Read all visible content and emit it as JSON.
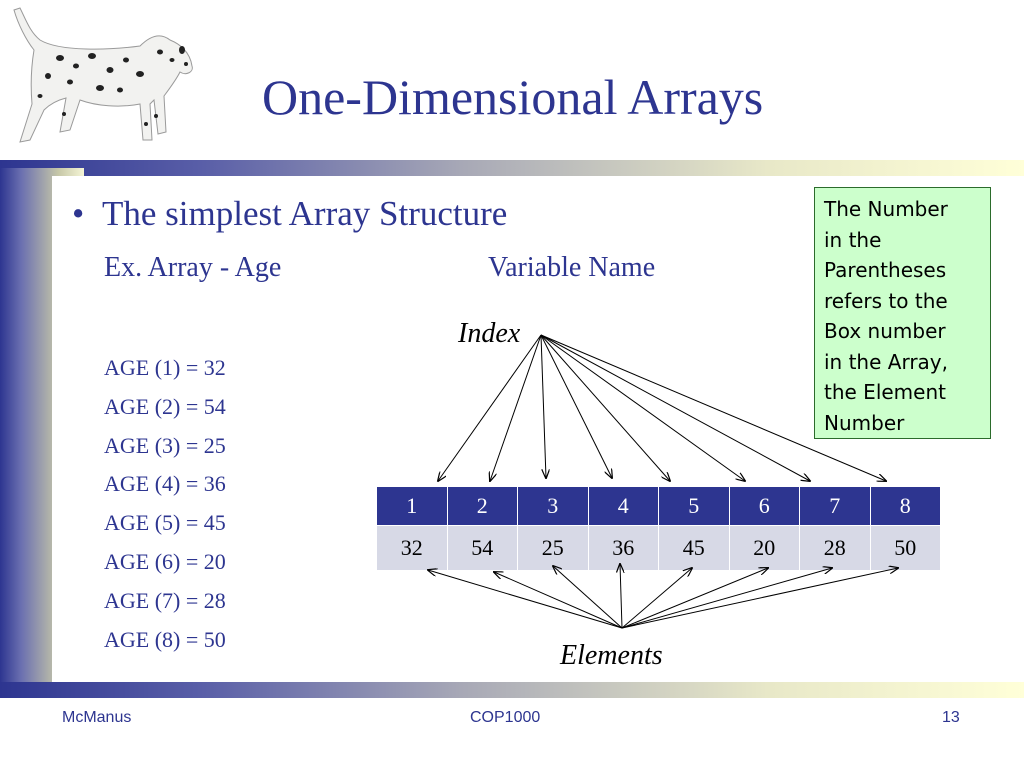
{
  "slide": {
    "title": "One-Dimensional Arrays",
    "bullet": "The simplest Array Structure",
    "example": "Ex.  Array - Age",
    "variable_name": "Variable Name",
    "age_lines": [
      "AGE (1) = 32",
      "AGE (2) = 54",
      "AGE (3) = 25",
      "AGE (4) = 36",
      "AGE (5) = 45",
      "AGE (6) = 20",
      "AGE (7) = 28",
      "AGE (8) = 50"
    ],
    "note_lines": [
      "The Number",
      "in the",
      "Parentheses",
      "refers to the",
      "Box number",
      "in the Array,",
      "the Element",
      "Number"
    ],
    "index_label": "Index",
    "elements_label": "Elements",
    "array": {
      "indices": [
        "1",
        "2",
        "3",
        "4",
        "5",
        "6",
        "7",
        "8"
      ],
      "values": [
        "32",
        "54",
        "25",
        "36",
        "45",
        "20",
        "28",
        "50"
      ]
    },
    "colors": {
      "accent": "#2d3590",
      "note_bg": "#ccffcc",
      "value_cell": "#d7d9e6"
    },
    "icons": [
      "dalmatian-dog-image"
    ]
  },
  "footer": {
    "left": "McManus",
    "center": "COP1000",
    "page": "13"
  }
}
